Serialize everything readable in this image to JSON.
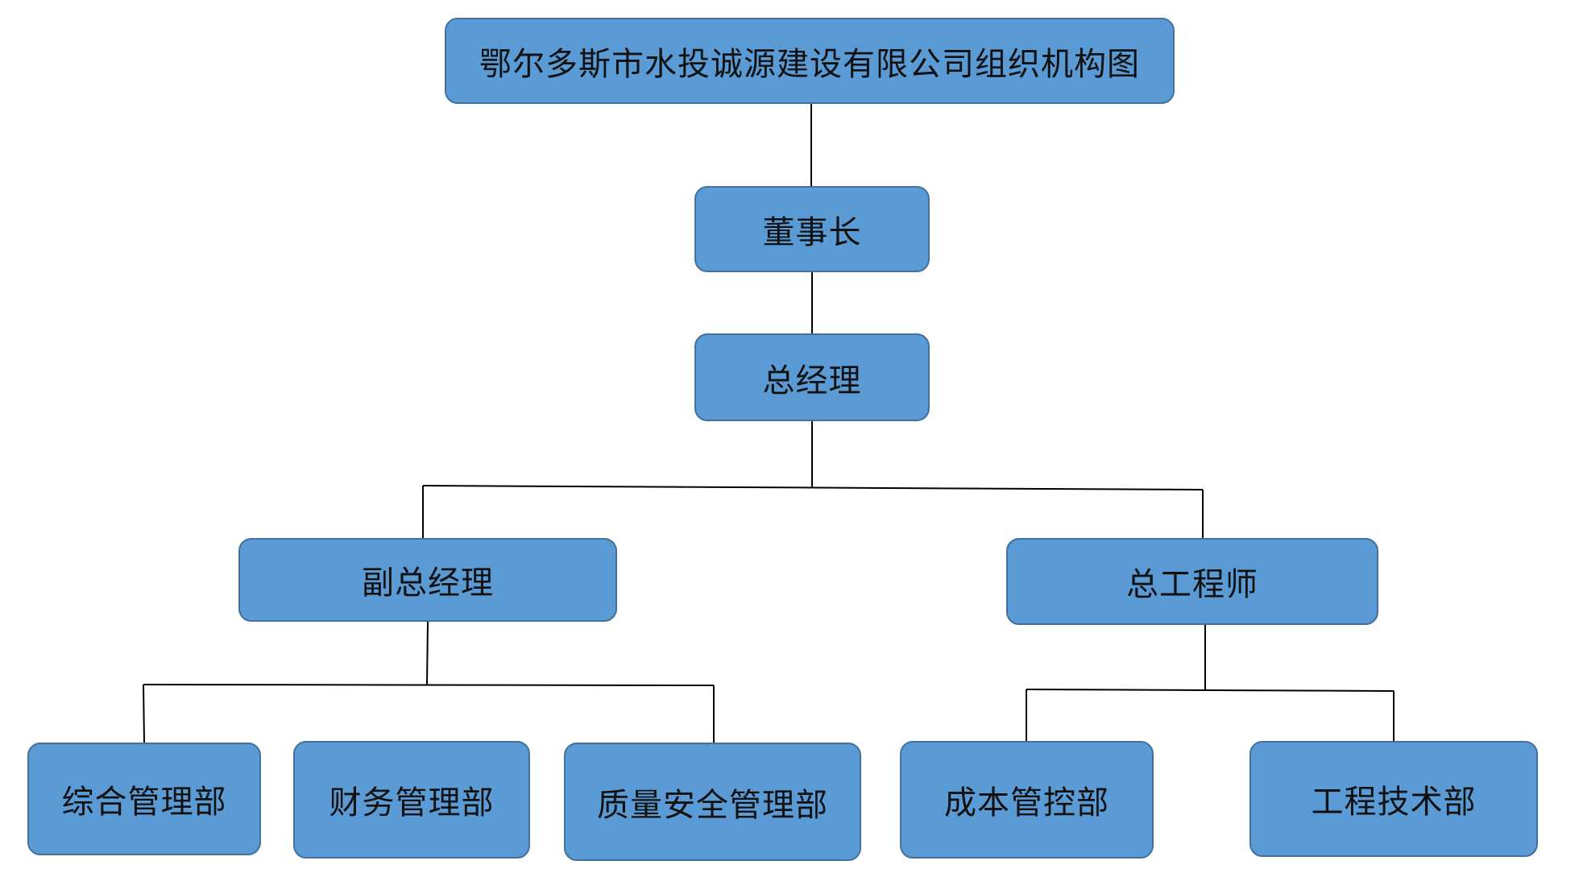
{
  "diagram": {
    "title": "鄂尔多斯市水投诚源建设有限公司组织机构图",
    "chairman": "董事长",
    "general_manager": "总经理",
    "deputy_general_manager": "副总经理",
    "chief_engineer": "总工程师",
    "departments": [
      "综合管理部",
      "财务管理部",
      "质量安全管理部",
      "成本管控部",
      "工程技术部"
    ]
  },
  "colors": {
    "node_fill": "#5b9bd5",
    "node_border": "#41719c",
    "connector": "#000000"
  }
}
